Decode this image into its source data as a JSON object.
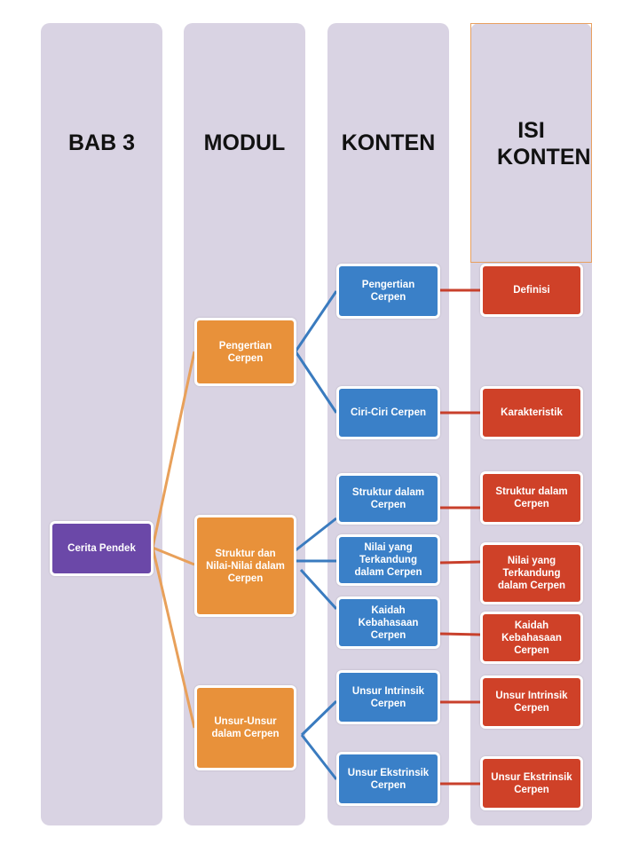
{
  "headers": {
    "bab": "BAB 3",
    "modul": "MODUL",
    "konten": "KONTEN",
    "isi_konten": "ISI KONTEN"
  },
  "root": "Cerita Pendek",
  "modul": [
    "Pengertian Cerpen",
    "Struktur dan Nilai-Nilai dalam Cerpen",
    "Unsur-Unsur dalam Cerpen"
  ],
  "konten": [
    "Pengertian Cerpen",
    "Ciri-Ciri Cerpen",
    "Struktur dalam Cerpen",
    "Nilai yang Terkandung dalam Cerpen",
    "Kaidah Kebahasaan Cerpen",
    "Unsur Intrinsik Cerpen",
    "Unsur Ekstrinsik Cerpen"
  ],
  "isi_konten": [
    "Definisi",
    "Karakteristik",
    "Struktur dalam Cerpen",
    "Nilai yang Terkandung dalam Cerpen",
    "Kaidah Kebahasaan Cerpen",
    "Unsur Intrinsik Cerpen",
    "Unsur Ekstrinsik Cerpen"
  ],
  "colors": {
    "column": "#d9d3e3",
    "root": "#6b48a8",
    "modul": "#e8913a",
    "konten": "#3a80c8",
    "isi": "#cf4128"
  }
}
